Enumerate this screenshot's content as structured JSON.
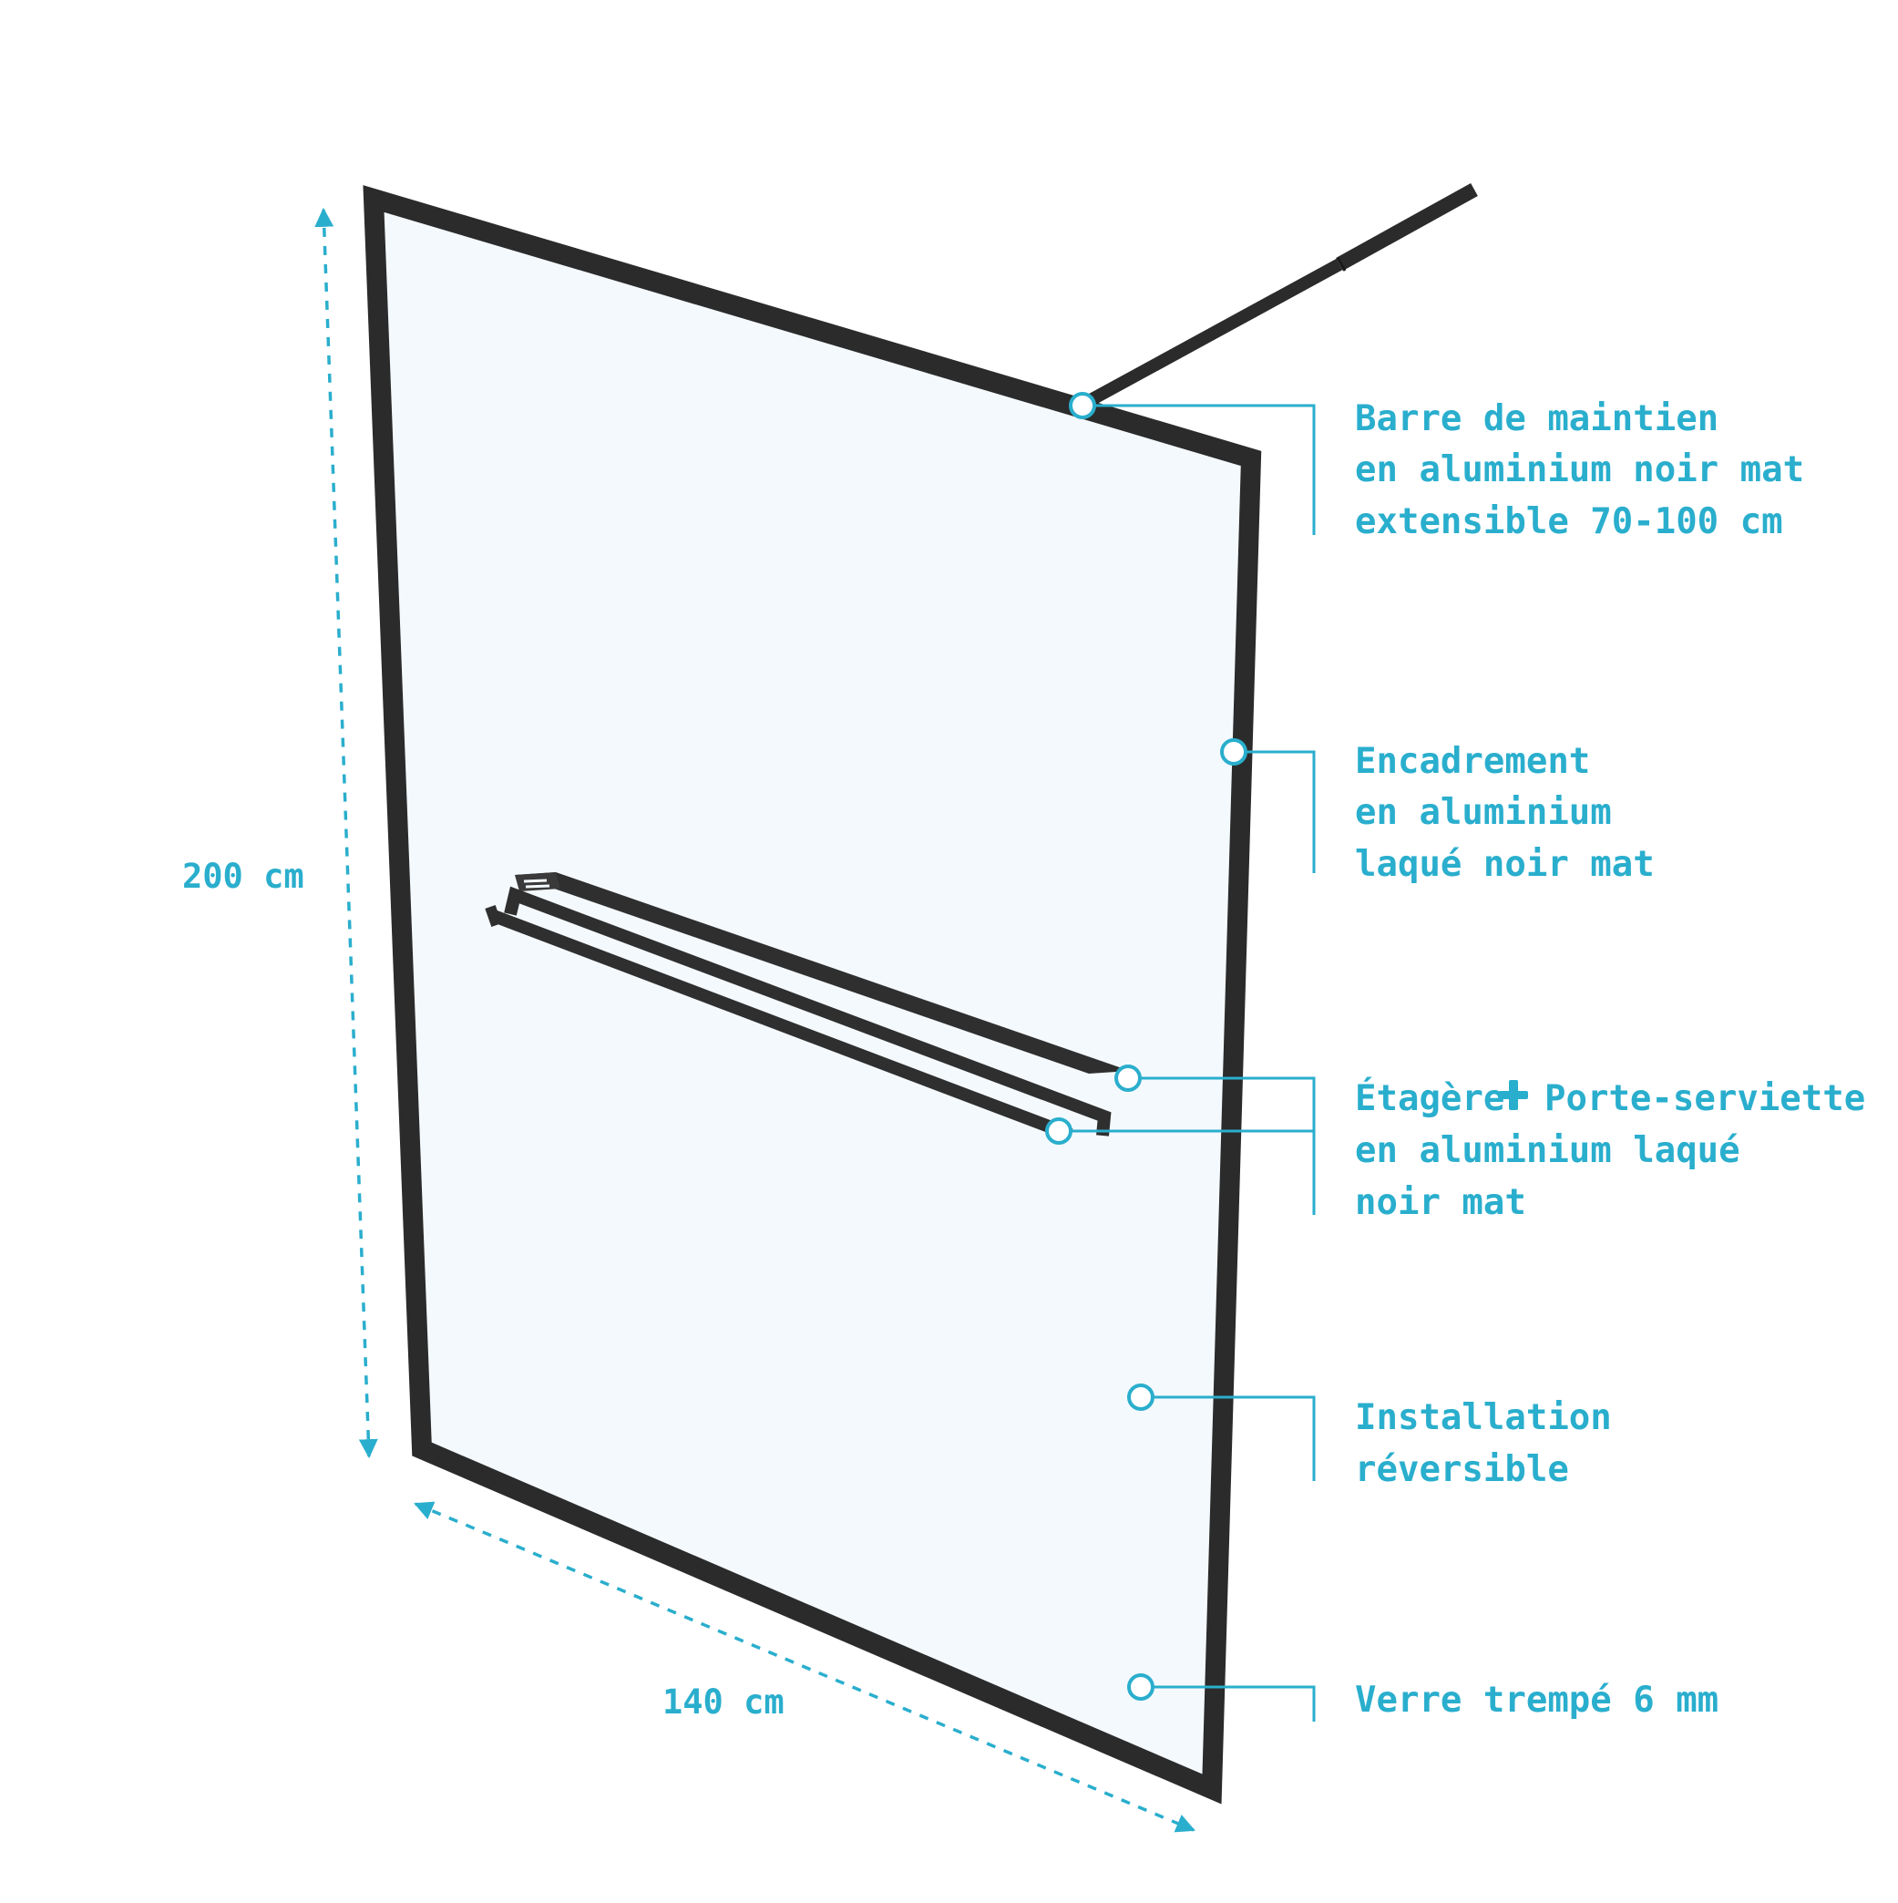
{
  "colors": {
    "accent": "#2aaecd",
    "frame": "#2b2b2b",
    "glass": "#f4f9fd"
  },
  "dimensions": {
    "height_label": "200 cm",
    "width_label": "140 cm"
  },
  "callouts": [
    {
      "id": "support-bar",
      "lines": [
        "Barre de maintien",
        "en aluminium noir mat",
        "extensible 70-100 cm"
      ]
    },
    {
      "id": "frame",
      "lines": [
        "Encadrement",
        "en aluminium",
        "laqué noir mat"
      ]
    },
    {
      "id": "shelf",
      "lines": [
        "Étagère",
        "Porte-serviette",
        "en aluminium laqué",
        "noir mat"
      ],
      "plus_icon": "plus-icon"
    },
    {
      "id": "install",
      "lines": [
        "Installation",
        "réversible"
      ]
    },
    {
      "id": "glass",
      "lines": [
        "Verre trempé 6 mm"
      ]
    }
  ]
}
